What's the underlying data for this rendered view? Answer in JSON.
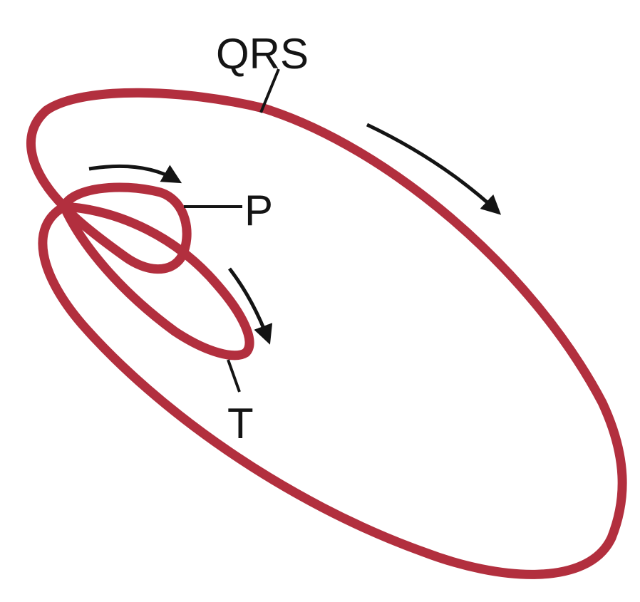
{
  "diagram": {
    "labels": {
      "qrs": "QRS",
      "p": "P",
      "t": "T"
    },
    "colors": {
      "loop": "#b22f3e",
      "ink": "#141414",
      "background": "#ffffff"
    }
  }
}
